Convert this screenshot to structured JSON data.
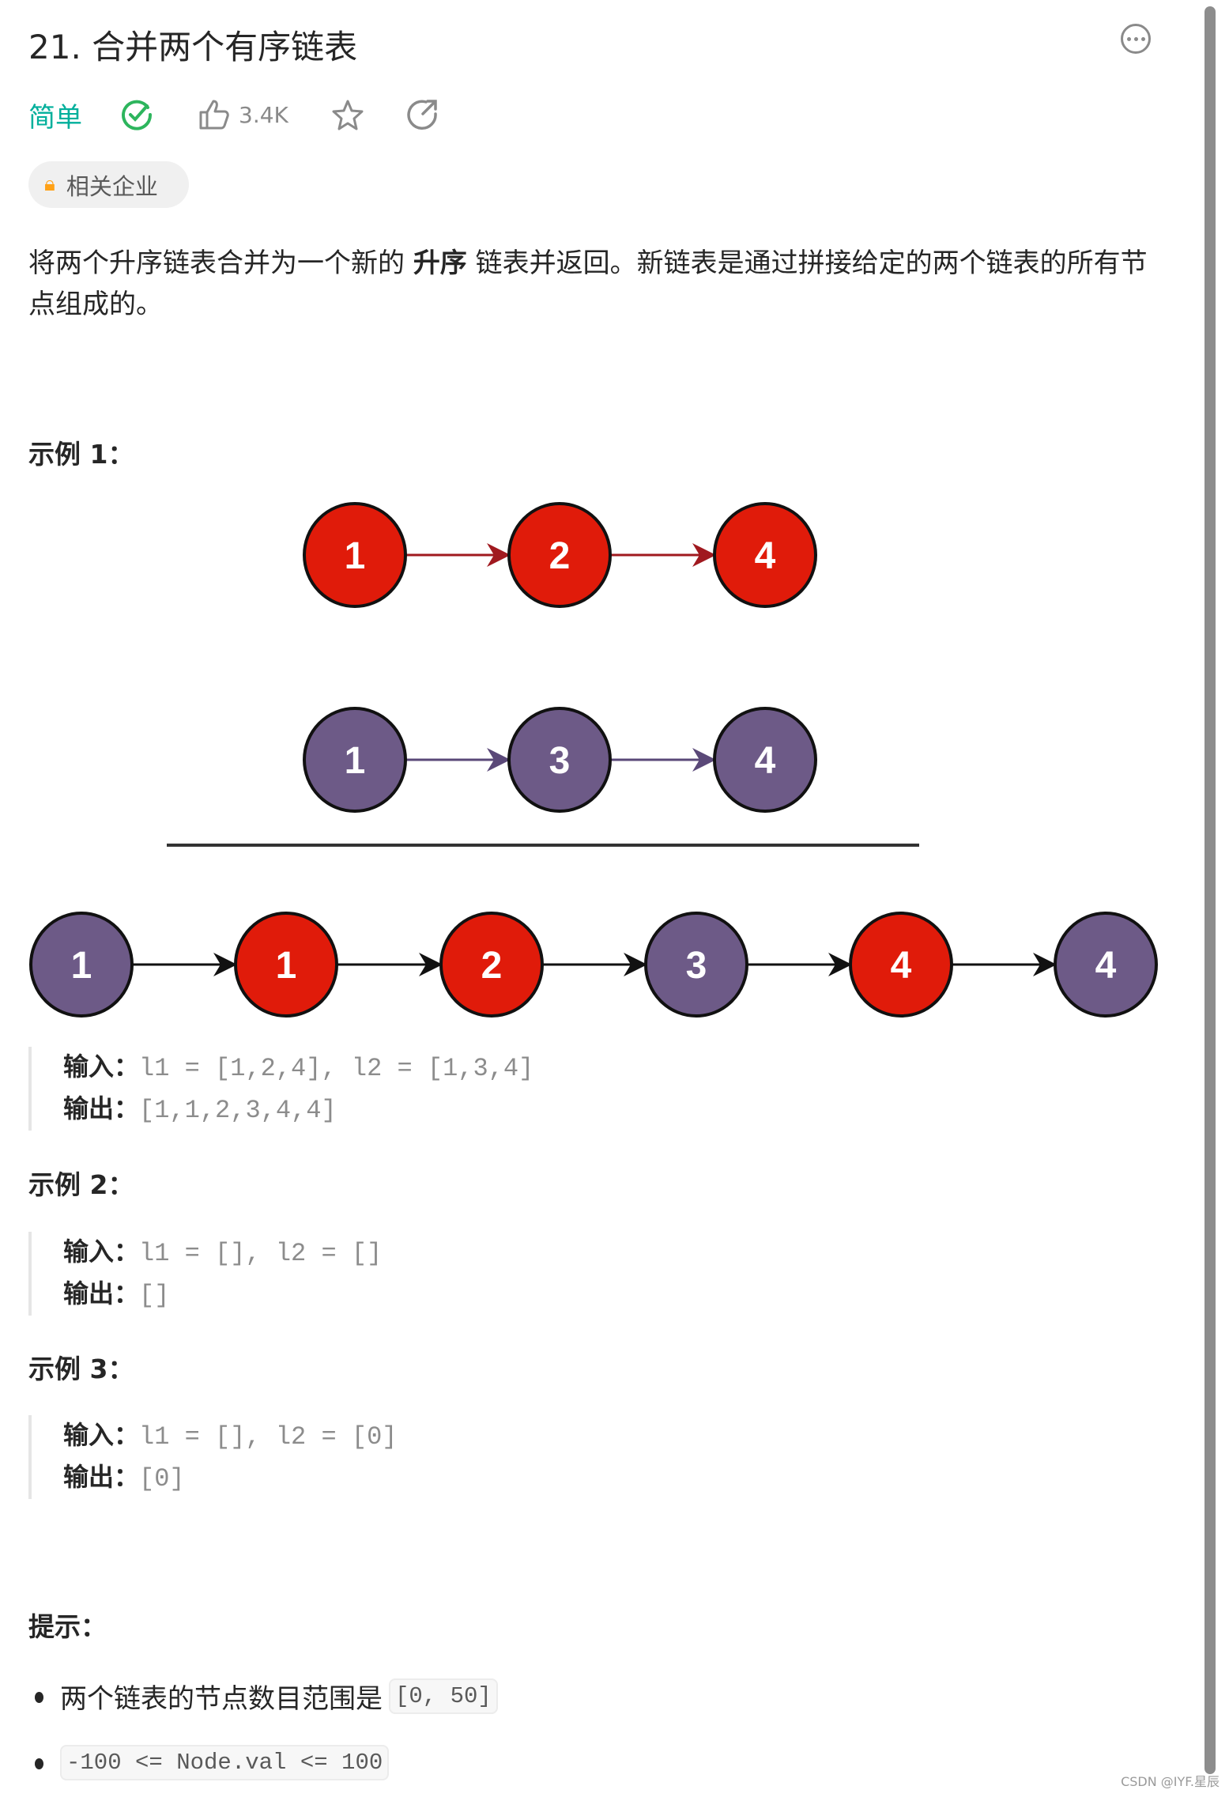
{
  "header": {
    "title": "21. 合并两个有序链表",
    "more_icon": "ellipsis-circle-icon"
  },
  "meta": {
    "difficulty": "简单",
    "difficulty_color": "#00af9b",
    "solved_icon": "check-circle-icon",
    "likes": "3.4K",
    "like_icon": "thumbs-up-icon",
    "star_icon": "star-icon",
    "share_icon": "share-icon"
  },
  "tag": {
    "label": "相关企业",
    "icon": "lock-icon"
  },
  "description": {
    "before": "将两个升序链表合并为一个新的 ",
    "bold": "升序",
    "after": " 链表并返回。新链表是通过拼接给定的两个链表的所有节点组成的。"
  },
  "diagram": {
    "colors": {
      "red": "#e01b0a",
      "purple": "#6d5a87"
    },
    "list1": [
      "1",
      "2",
      "4"
    ],
    "list2": [
      "1",
      "3",
      "4"
    ],
    "merged": [
      {
        "v": "1",
        "c": "purple"
      },
      {
        "v": "1",
        "c": "red"
      },
      {
        "v": "2",
        "c": "red"
      },
      {
        "v": "3",
        "c": "purple"
      },
      {
        "v": "4",
        "c": "red"
      },
      {
        "v": "4",
        "c": "purple"
      }
    ]
  },
  "examples": [
    {
      "heading": "示例 1：",
      "input_label": "输入：",
      "input": "l1 = [1,2,4], l2 = [1,3,4]",
      "output_label": "输出：",
      "output": "[1,1,2,3,4,4]"
    },
    {
      "heading": "示例 2：",
      "input_label": "输入：",
      "input": "l1 = [], l2 = []",
      "output_label": "输出：",
      "output": "[]"
    },
    {
      "heading": "示例 3：",
      "input_label": "输入：",
      "input": "l1 = [], l2 = [0]",
      "output_label": "输出：",
      "output": "[0]"
    }
  ],
  "tips": {
    "heading": "提示：",
    "items": [
      {
        "text": "两个链表的节点数目范围是",
        "code": "[0, 50]"
      },
      {
        "text": "",
        "code": "-100 <= Node.val <= 100"
      }
    ]
  },
  "watermark": "CSDN @IYF.星辰"
}
